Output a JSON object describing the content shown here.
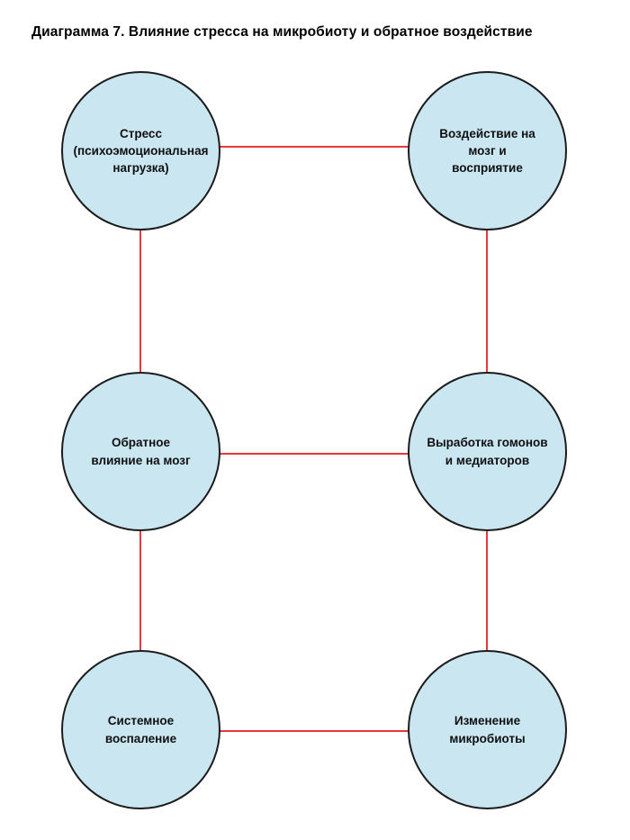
{
  "page": {
    "title": "Диаграмма 7. Влияние стресса на микробиоту и обратное воздействие"
  },
  "colors": {
    "node_fill": "#c9e6f1",
    "node_border": "#1c1c1c",
    "edge_line": "#e8383d",
    "title_text": "#000000",
    "background": "#ffffff"
  },
  "diagram": {
    "type": "flow-cycle",
    "nodes": [
      {
        "id": "stress",
        "text": "Стресс\n(психоэмоциональная\nнагрузка)",
        "label": "Стресс (психоэмоциональная нагрузка)"
      },
      {
        "id": "brain-impact",
        "text": "Воздействие на\nмозг и\nвосприятие",
        "label": "Воздействие на мозг и восприятие"
      },
      {
        "id": "reverse-brain",
        "text": "Обратное\nвлияние на мозг",
        "label": "Обратное влияние на мозг"
      },
      {
        "id": "hormones",
        "text": "Выработка гомонов\nи медиаторов",
        "label": "Выработка гомонов и медиаторов"
      },
      {
        "id": "inflammation",
        "text": "Системное\nвоспаление",
        "label": "Системное воспаление"
      },
      {
        "id": "microbiota",
        "text": "Изменение\nмикробиоты",
        "label": "Изменение микробиоты"
      }
    ],
    "edges": [
      {
        "from": "stress",
        "to": "brain-impact"
      },
      {
        "from": "stress",
        "to": "reverse-brain"
      },
      {
        "from": "brain-impact",
        "to": "hormones"
      },
      {
        "from": "reverse-brain",
        "to": "hormones"
      },
      {
        "from": "reverse-brain",
        "to": "inflammation"
      },
      {
        "from": "hormones",
        "to": "microbiota"
      },
      {
        "from": "inflammation",
        "to": "microbiota"
      }
    ]
  }
}
